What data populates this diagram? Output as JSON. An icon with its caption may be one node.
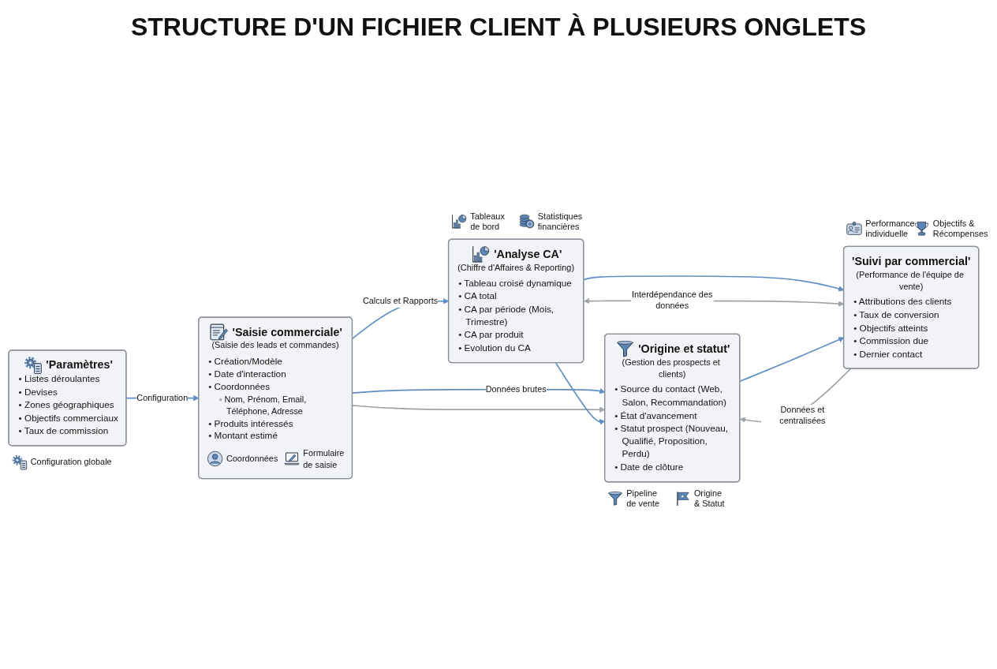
{
  "diagram": {
    "title": "STRUCTURE D'UN FICHIER CLIENT À PLUSIEURS ONGLETS",
    "nodes": [
      {
        "text": [
          "'Paramètres'",
          "• Listes déroulantes",
          "• Devises",
          "• Zones géographiques",
          "• Objectifs commerciaux",
          "• Taux de commission"
        ],
        "beside": [
          "Configuration globale"
        ]
      },
      {
        "text": [
          "'Saisie commerciale'",
          "(Saisie des leads et commandes)",
          "• Création/Modèle",
          "• Date d'interaction",
          "• Coordonnées",
          "◦ Nom, Prénom, Email, Téléphone, Adresse",
          "• Produits intéressés",
          "• Montant estimé",
          "Coordonnées",
          "Formulaire de saisie"
        ]
      },
      {
        "text": [
          "'Analyse CA'",
          "(Chiffre d'Affaires & Reporting)",
          "• Tableau croisé dynamique",
          "• CA total",
          "• CA par période (Mois, Trimestre)",
          "• CA par produit",
          "• Evolution du CA"
        ],
        "beside": [
          "Tableaux de bord",
          "Statistiques financières"
        ]
      },
      {
        "text": [
          "'Origine et statut'",
          "(Gestion des prospects et clients)",
          "• Source du contact (Web, Salon, Recommandation)",
          "• État d'avancement",
          "• Statut prospect (Nouveau, Qualifié, Proposition, Perdu)",
          "• Date de clôture"
        ],
        "beside": [
          "Pipeline de vente",
          "Origine & Statut"
        ]
      },
      {
        "text": [
          "'Suivi par commercial'",
          "(Performance de l'équipe de vente)",
          "• Attributions des clients",
          "• Taux de conversion",
          "• Objectifs atteints",
          "• Commission due",
          "• Dernier contact"
        ],
        "beside": [
          "Performance individuelle",
          "Objectifs & Récompenses"
        ]
      }
    ],
    "edges": [
      {
        "from": 0,
        "to": 1,
        "label": "Configuration",
        "arrow": "to"
      },
      {
        "from": 1,
        "to": 2,
        "label": "Calculs et Rapports",
        "arrow": "to"
      },
      {
        "from": 1,
        "to": 3,
        "label": "Données brutes",
        "arrow": "to"
      },
      {
        "from": 1,
        "to": 3,
        "arrow": "to",
        "color": "#9ea3a8"
      },
      {
        "from": 2,
        "to": 3,
        "arrow": "to"
      },
      {
        "from": 2,
        "to": 4,
        "arrow": "to"
      },
      {
        "from": 4,
        "to": 3,
        "label": "Données et centralisées",
        "arrow": "to",
        "color": "#9ea3a8"
      },
      {
        "from": 2,
        "to": 4,
        "label": "Interdépendance des données",
        "arrow": "both",
        "color": "#9ea3a8"
      },
      {
        "from": 3,
        "to": 4,
        "arrow": "to"
      }
    ]
  }
}
